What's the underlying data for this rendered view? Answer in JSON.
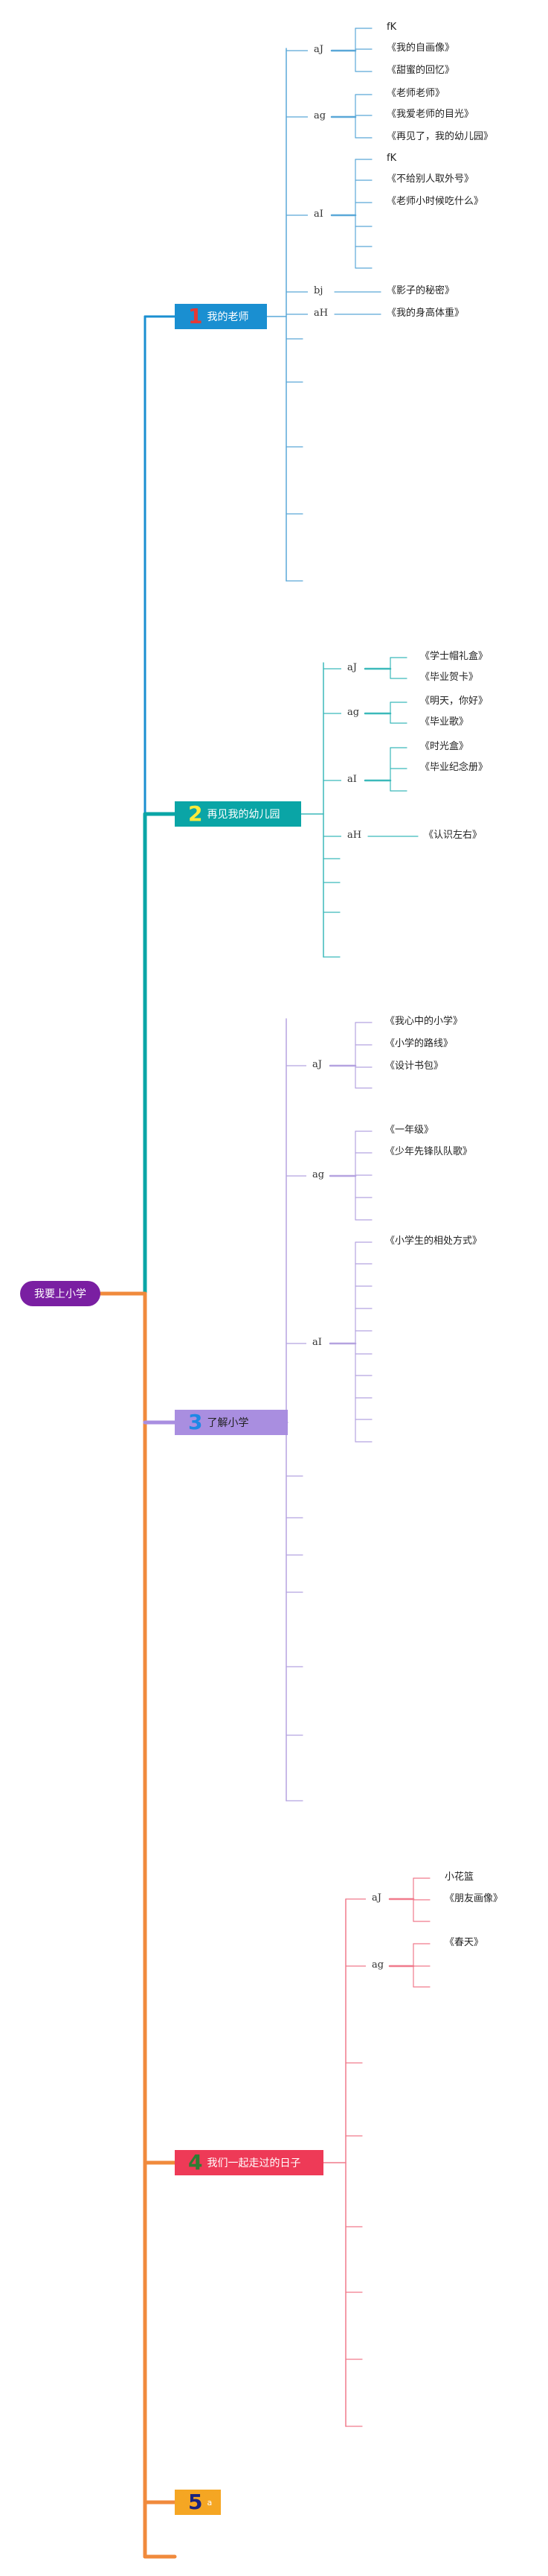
{
  "root": {
    "label": "我要上小学"
  },
  "colors": {
    "root": "#7a1fa2",
    "trunk_top": "#1a8fd1",
    "trunk_mid": "#0aa5a6",
    "trunk_bottom": "#f08a3c",
    "b1": "#1a8fd1",
    "b1_line": "#5aa8d8",
    "b2": "#0aa5a6",
    "b2_line": "#3bb9ba",
    "b3": "#a98ee0",
    "b3_line": "#b5a3e0",
    "b4": "#ee3a57",
    "b4_line": "#f07a8c",
    "b5": "#f5a623"
  },
  "branches": [
    {
      "num": "1",
      "label": "我的老师",
      "num_color": "#e53935",
      "text_color": "#ffffff",
      "groups": [
        {
          "tag": "aJ",
          "items": [
            "fK",
            "《我的自画像》",
            "《甜蜜的回忆》"
          ]
        },
        {
          "tag": "ag",
          "items": [
            "《老师老师》",
            "《我爱老师的目光》",
            "《再见了，我的幼儿园》"
          ]
        },
        {
          "tag": "aI",
          "items": [
            "fK",
            "《不给别人取外号》",
            "《老师小时候吃什么》",
            "",
            "",
            ""
          ]
        },
        {
          "tag": "bj",
          "items": [
            "《影子的秘密》"
          ]
        },
        {
          "tag": "aH",
          "items": [
            "《我的身高体重》"
          ]
        }
      ]
    },
    {
      "num": "2",
      "label": "再见我的幼儿园",
      "num_color": "#ffeb3b",
      "text_color": "#ffffff",
      "groups": [
        {
          "tag": "aJ",
          "items": [
            "《学士帽礼盒》",
            "《毕业贺卡》"
          ]
        },
        {
          "tag": "ag",
          "items": [
            "《明天，你好》",
            "《毕业歌》"
          ]
        },
        {
          "tag": "aI",
          "items": [
            "《时光盒》",
            "《毕业纪念册》",
            ""
          ]
        },
        {
          "tag": "aH",
          "items": [
            "《认识左右》"
          ]
        }
      ]
    },
    {
      "num": "3",
      "label": "了解小学",
      "num_color": "#1e88e5",
      "text_color": "#222222",
      "groups": [
        {
          "tag": "aJ",
          "items": [
            "《我心中的小学》",
            "《小学的路线》",
            "《设计书包》"
          ]
        },
        {
          "tag": "ag",
          "items": [
            "《一年级》",
            "《少年先锋队队歌》",
            "",
            ""
          ]
        },
        {
          "tag": "aI",
          "items": [
            "《小学生的相处方式》",
            "",
            "",
            "",
            "",
            "",
            "",
            "",
            "",
            ""
          ]
        }
      ]
    },
    {
      "num": "4",
      "label": "我们一起走过的日子",
      "num_color": "#2e7d32",
      "text_color": "#ffffff",
      "groups": [
        {
          "tag": "aJ",
          "items": [
            "小花篮",
            "《朋友画像》"
          ]
        },
        {
          "tag": "ag",
          "items": [
            "《春天》",
            ""
          ]
        }
      ]
    },
    {
      "num": "5",
      "label": "a",
      "num_color": "#1a237e",
      "text_color": "#ffffff",
      "groups": []
    }
  ]
}
